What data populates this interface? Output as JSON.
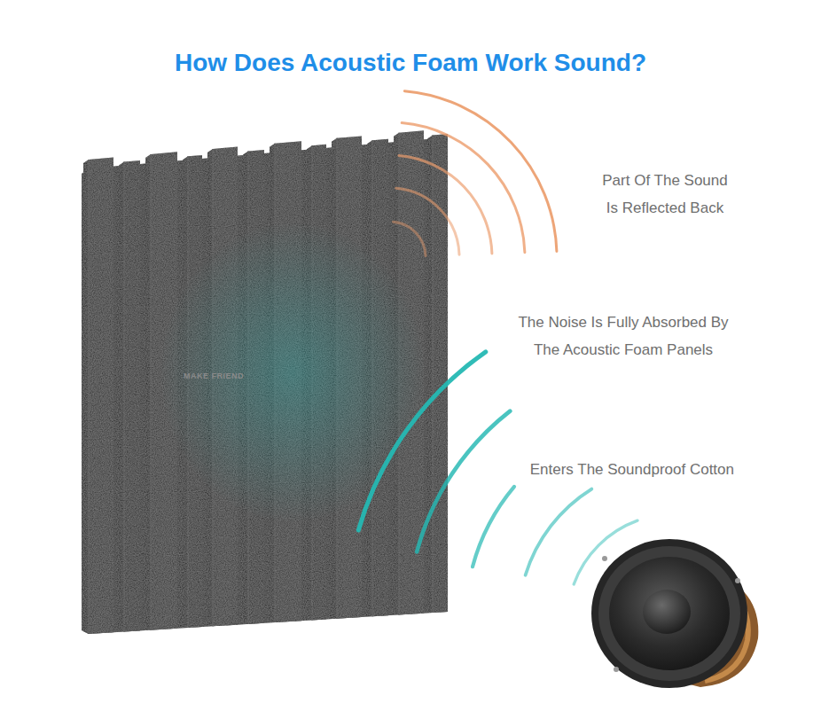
{
  "diagram": {
    "title": "How Does Acoustic Foam Work Sound?",
    "labels": [
      "Part Of The Sound Is Reflected Back",
      "The Noise Is Fully Absorbed By The Acoustic Foam Panels",
      "Enters The Soundproof Cotton",
      "MAKE FRIEND"
    ]
  }
}
